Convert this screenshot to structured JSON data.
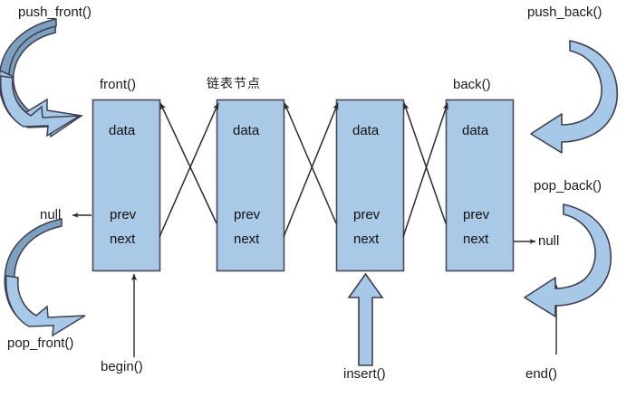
{
  "diagram": {
    "title": "doubly linked list (deque) operations diagram",
    "colors": {
      "node_fill": "#aac9e6",
      "node_fill_alt": "#a8c6e4",
      "node_stroke": "#4a4a5a",
      "arrow_light": "#a8c8e8",
      "arrow_dark": "#7d9fc0",
      "arrow_stroke": "#3e3e50",
      "line": "#2b2b2b",
      "text": "#1b1b1b",
      "background": "#ffffff"
    },
    "nodes": [
      {
        "id": "node1",
        "data_label": "data",
        "prev_label": "prev",
        "next_label": "next"
      },
      {
        "id": "node2",
        "data_label": "data",
        "prev_label": "prev",
        "next_label": "next"
      },
      {
        "id": "node3",
        "data_label": "data",
        "prev_label": "prev",
        "next_label": "next"
      },
      {
        "id": "node4",
        "data_label": "data",
        "prev_label": "prev",
        "next_label": "next"
      }
    ],
    "labels": {
      "push_front": "push_front()",
      "push_back": "push_back()",
      "pop_front": "pop_front()",
      "pop_back": "pop_back()",
      "front": "front()",
      "back": "back()",
      "node_caption": "链表节点",
      "null_left": "null",
      "null_right": "null",
      "begin": "begin()",
      "end": "end()",
      "insert": "insert()"
    }
  }
}
